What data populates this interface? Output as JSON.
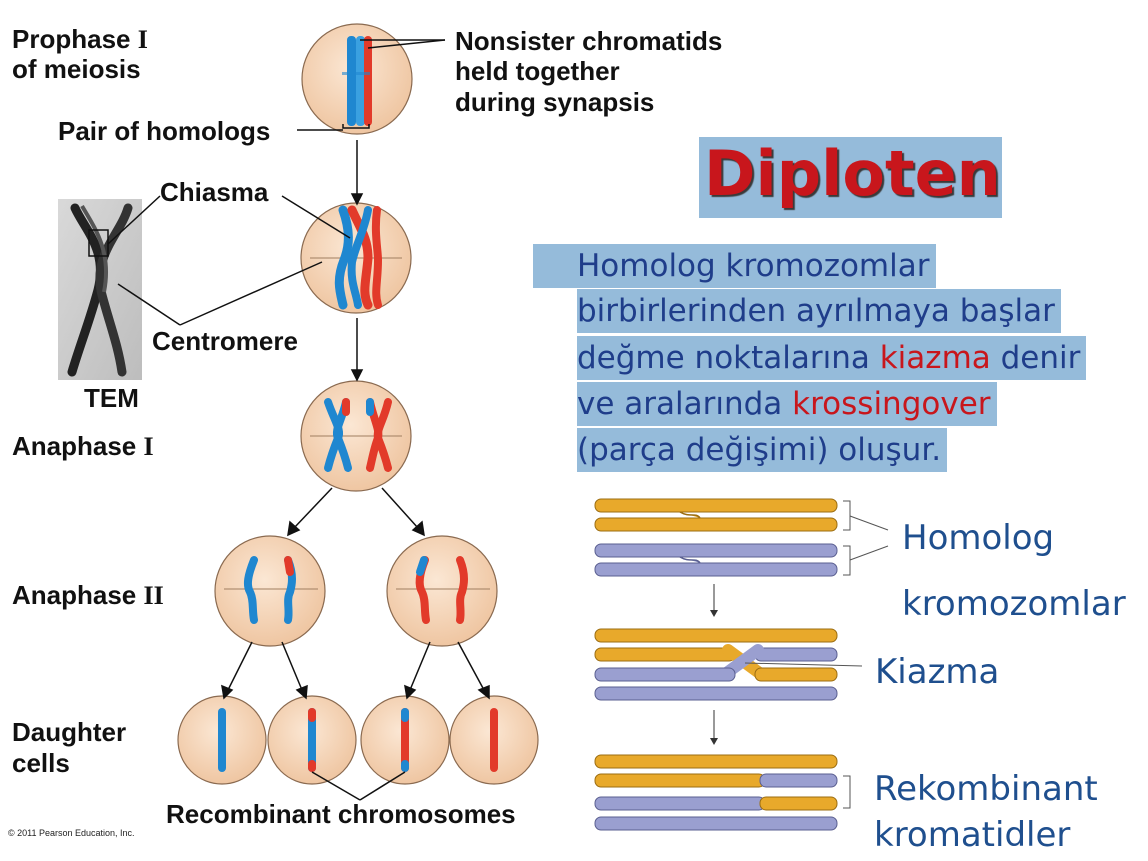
{
  "figure": {
    "labels": {
      "prophase_line1": "Prophase ",
      "prophase_roman": "I",
      "prophase_line2": "of meiosis",
      "nonsister_line1": "Nonsister chromatids",
      "nonsister_line2": "held together",
      "nonsister_line3": "during synapsis",
      "pair_of_homologs": "Pair of homologs",
      "chiasma": "Chiasma",
      "centromere": "Centromere",
      "tem": "TEM",
      "anaphase1_text": "Anaphase ",
      "anaphase1_roman": "I",
      "anaphase2_text": "Anaphase ",
      "anaphase2_roman": "II",
      "daughter_line1": "Daughter",
      "daughter_line2": "cells",
      "recombinant": "Recombinant chromosomes",
      "copyright": "© 2011 Pearson Education, Inc."
    },
    "colors": {
      "cell_fill": "#f5d3b5",
      "cell_stroke": "#8a6a50",
      "chrom_blue": "#1f87d0",
      "chrom_red": "#e23a2a",
      "crossover_orange": "#e8a92b",
      "crossover_lavender": "#9a9fd0"
    }
  },
  "slide": {
    "title": "Diploten",
    "bullet_marker": "•",
    "bullet": {
      "l1": "Homolog kromozomlar",
      "l2": "birbirlerinden ayrılmaya başlar",
      "l3a": "değme noktalarına ",
      "l3b": "kiazma",
      "l3c": " denir",
      "l4a": "ve aralarında ",
      "l4b": "krossingover",
      "l5": "(parça değişimi) oluşur."
    },
    "crossover_labels": {
      "homolog": "Homolog",
      "kromozomlar": "kromozomlar",
      "kiazma": "Kiazma",
      "rekombinant": "Rekombinant",
      "kromatidler": "kromatidler"
    }
  }
}
